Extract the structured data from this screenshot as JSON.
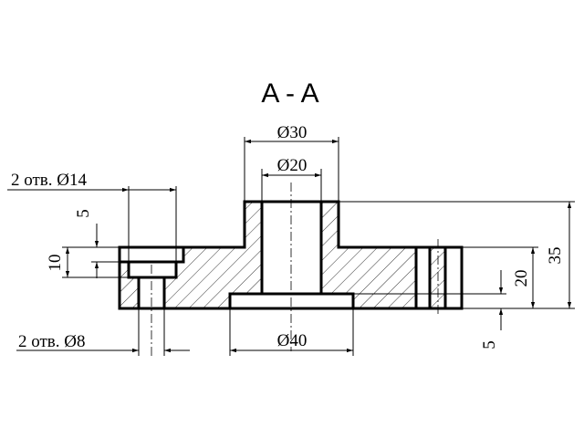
{
  "drawing": {
    "section_title": "A - A",
    "dimensions": {
      "d30": "Ø30",
      "d20": "Ø20",
      "d40": "Ø40",
      "holes14": "2 отв. Ø14",
      "holes8": "2 отв. Ø8",
      "h5_left": "5",
      "h10": "10",
      "h20": "20",
      "h35": "35",
      "h5_right": "5"
    },
    "colors": {
      "line": "#000000",
      "background": "#ffffff"
    }
  }
}
